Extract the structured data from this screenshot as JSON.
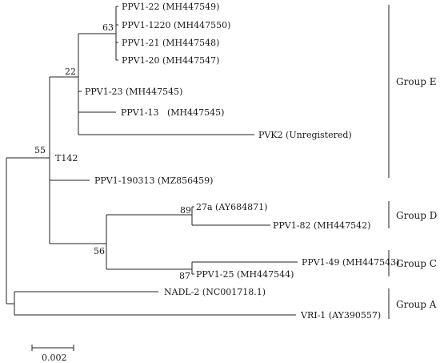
{
  "taxa": [
    "PPV1-22 (MH447549)",
    "PPV1-1220 (MH447550)",
    "PPV1-21 (MH447548)",
    "PPV1-20 (MH447547)",
    "PPV1-23 (MH447545)",
    "PPV1-13   (MH447545)",
    "PVK2 (Unregistered)",
    "PPV1-190313 (MZ856459)",
    "27a (AY684871)",
    "PPV1-82 (MH447542)",
    "PPV1-49 (MH447543)",
    "PPV1-25 (MH447544)",
    "NADL-2 (NC001718.1)",
    "VRI-1 (AY390557)"
  ],
  "node_labels": [
    "63",
    "22",
    "55",
    "T142",
    "89",
    "56",
    "87"
  ],
  "groups": [
    "Group E",
    "Group D",
    "Group C",
    "Group A"
  ],
  "scale_bar": "0.002"
}
